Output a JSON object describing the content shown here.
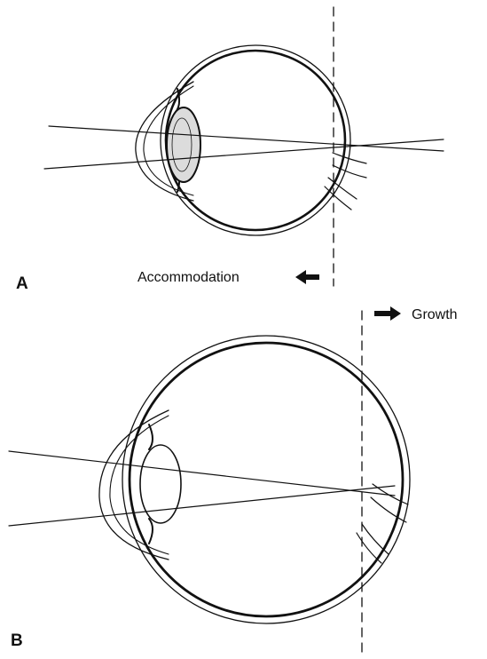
{
  "panels": [
    {
      "label": "A",
      "annotation": "Accommodation",
      "arrow_direction": "left"
    },
    {
      "label": "B",
      "annotation": "Growth",
      "arrow_direction": "right"
    }
  ],
  "colors": {
    "line": "#111111",
    "background": "#ffffff",
    "lens_fill": "#dcdcdc"
  }
}
